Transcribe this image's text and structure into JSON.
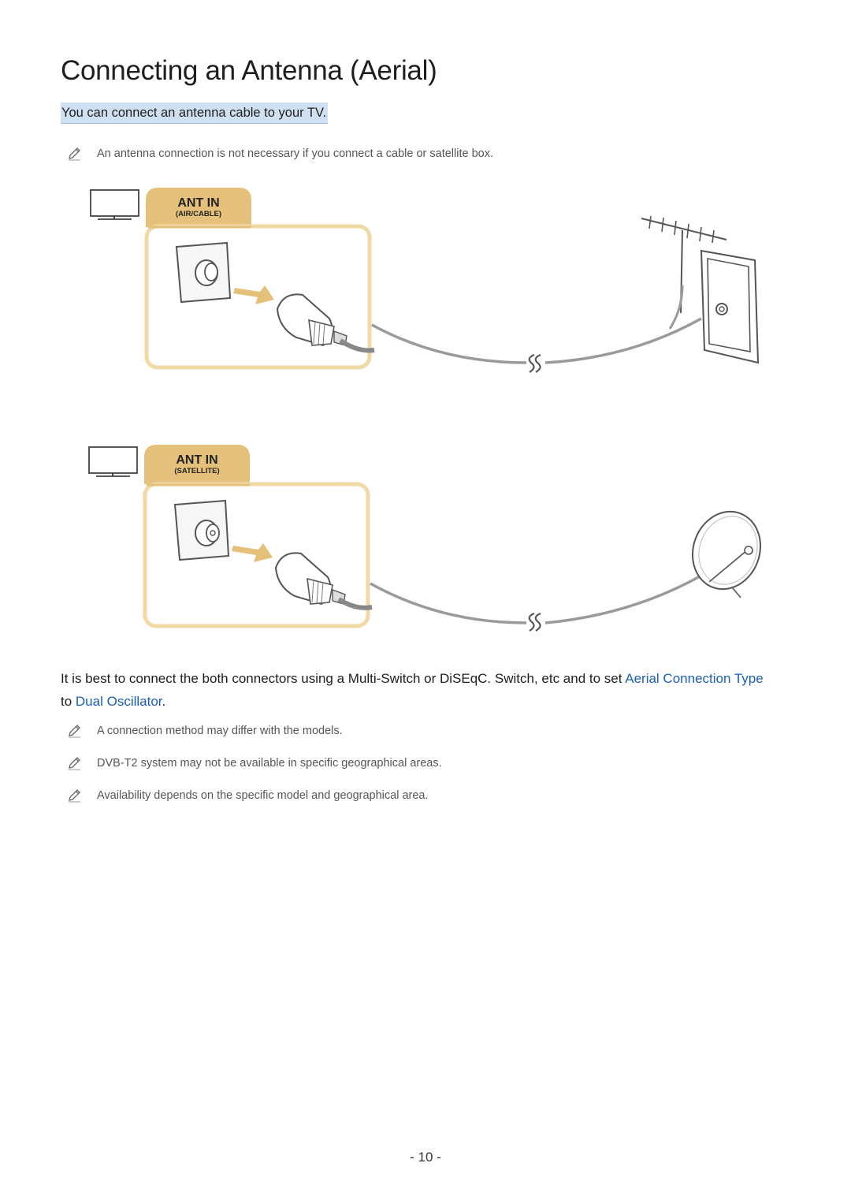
{
  "page": {
    "title": "Connecting an Antenna (Aerial)",
    "intro": "You can connect an antenna cable to your TV.",
    "note_top": "An antenna connection is not necessary if you connect a cable or satellite box.",
    "diagrams": [
      {
        "port_label": "ANT IN",
        "port_sublabel": "(AIR/CABLE)"
      },
      {
        "port_label": "ANT IN",
        "port_sublabel": "(SATELLITE)"
      }
    ],
    "paragraph": {
      "part1": "It is best to connect the both connectors using a Multi-Switch or DiSEqC. Switch, etc and to set ",
      "link1": "Aerial Connection Type",
      "part2": " to ",
      "link2": "Dual Oscillator",
      "part3": "."
    },
    "notes": [
      "A connection method may differ with the models.",
      "DVB-T2 system may not be available in specific geographical areas.",
      "Availability depends on the specific model and geographical area."
    ],
    "page_number": "- 10 -"
  },
  "colors": {
    "link": "#1a5fb4",
    "highlight": "#cfe0f3",
    "port_tab": "#e5c07a",
    "port_frame": "#f0d9a5"
  },
  "icons": [
    "pencil-note-icon",
    "tv-icon",
    "wall-socket-icon",
    "coax-plug-icon",
    "arrow-icon",
    "cable-break-icon",
    "antenna-icon",
    "wall-outlet-icon",
    "satellite-dish-icon"
  ]
}
